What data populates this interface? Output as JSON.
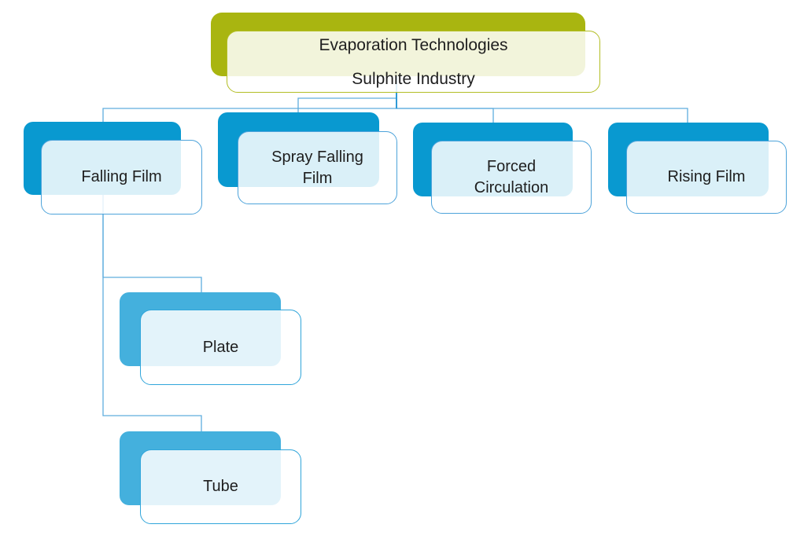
{
  "diagram": {
    "type": "org-chart",
    "nodes": {
      "root": {
        "line1": "Evaporation Technologies",
        "line2": "Sulphite Industry"
      },
      "falling_film": {
        "line1": "Falling Film",
        "line2": ""
      },
      "spray": {
        "line1": "Spray Falling",
        "line2": "Film"
      },
      "forced": {
        "line1": "Forced",
        "line2": "Circulation"
      },
      "rising": {
        "line1": "Rising Film",
        "line2": ""
      },
      "plate": {
        "line1": "Plate",
        "line2": ""
      },
      "tube": {
        "line1": "Tube",
        "line2": ""
      }
    },
    "hierarchy": {
      "root": "Evaporation Technologies Sulphite Industry",
      "children": [
        "Falling Film",
        "Spray Falling Film",
        "Forced Circulation",
        "Rising Film"
      ],
      "falling_film_children": [
        "Plate",
        "Tube"
      ]
    },
    "colors": {
      "title_back": "#a9b510",
      "title_border": "#b3be25",
      "level1_back": "#0999d0",
      "level1_border": "#4da3da",
      "level2_back": "#44b0dd",
      "level2_border": "#30a5da",
      "connector": "#5fadde",
      "connector_strong": "#2f9ad6",
      "text": "#1e1e1e",
      "front_fill": "rgba(255,255,255,0.85)"
    }
  }
}
